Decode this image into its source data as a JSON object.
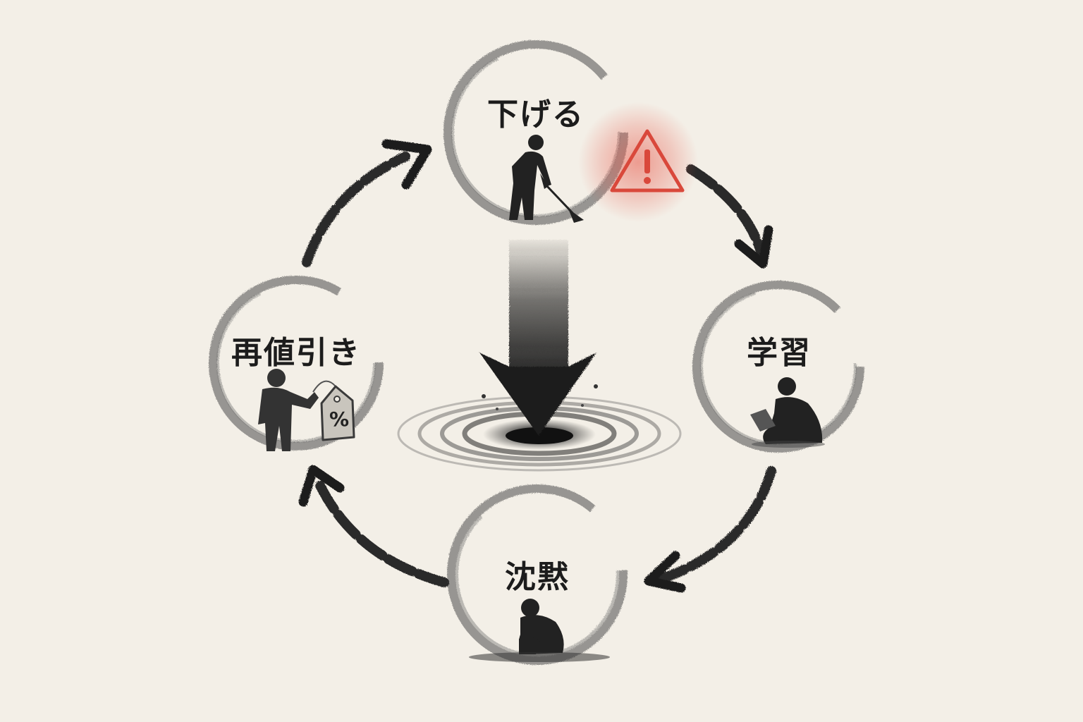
{
  "nodes": {
    "top": {
      "label": "下げる",
      "figure": "person-shoveling"
    },
    "right": {
      "label": "学習",
      "figure": "person-reading"
    },
    "bottom": {
      "label": "沈黙",
      "figure": "person-crouching"
    },
    "left": {
      "label": "再値引き",
      "figure": "person-with-price-tag"
    }
  },
  "price_tag": {
    "symbol": "%"
  },
  "warning": {
    "icon": "warning-triangle-icon",
    "color": "#d9483b"
  },
  "center": {
    "icon": "downward-arrow-into-vortex"
  },
  "colors": {
    "ink": "#1c1c1c",
    "paper": "#f3efe7",
    "alert": "#d9483b"
  }
}
